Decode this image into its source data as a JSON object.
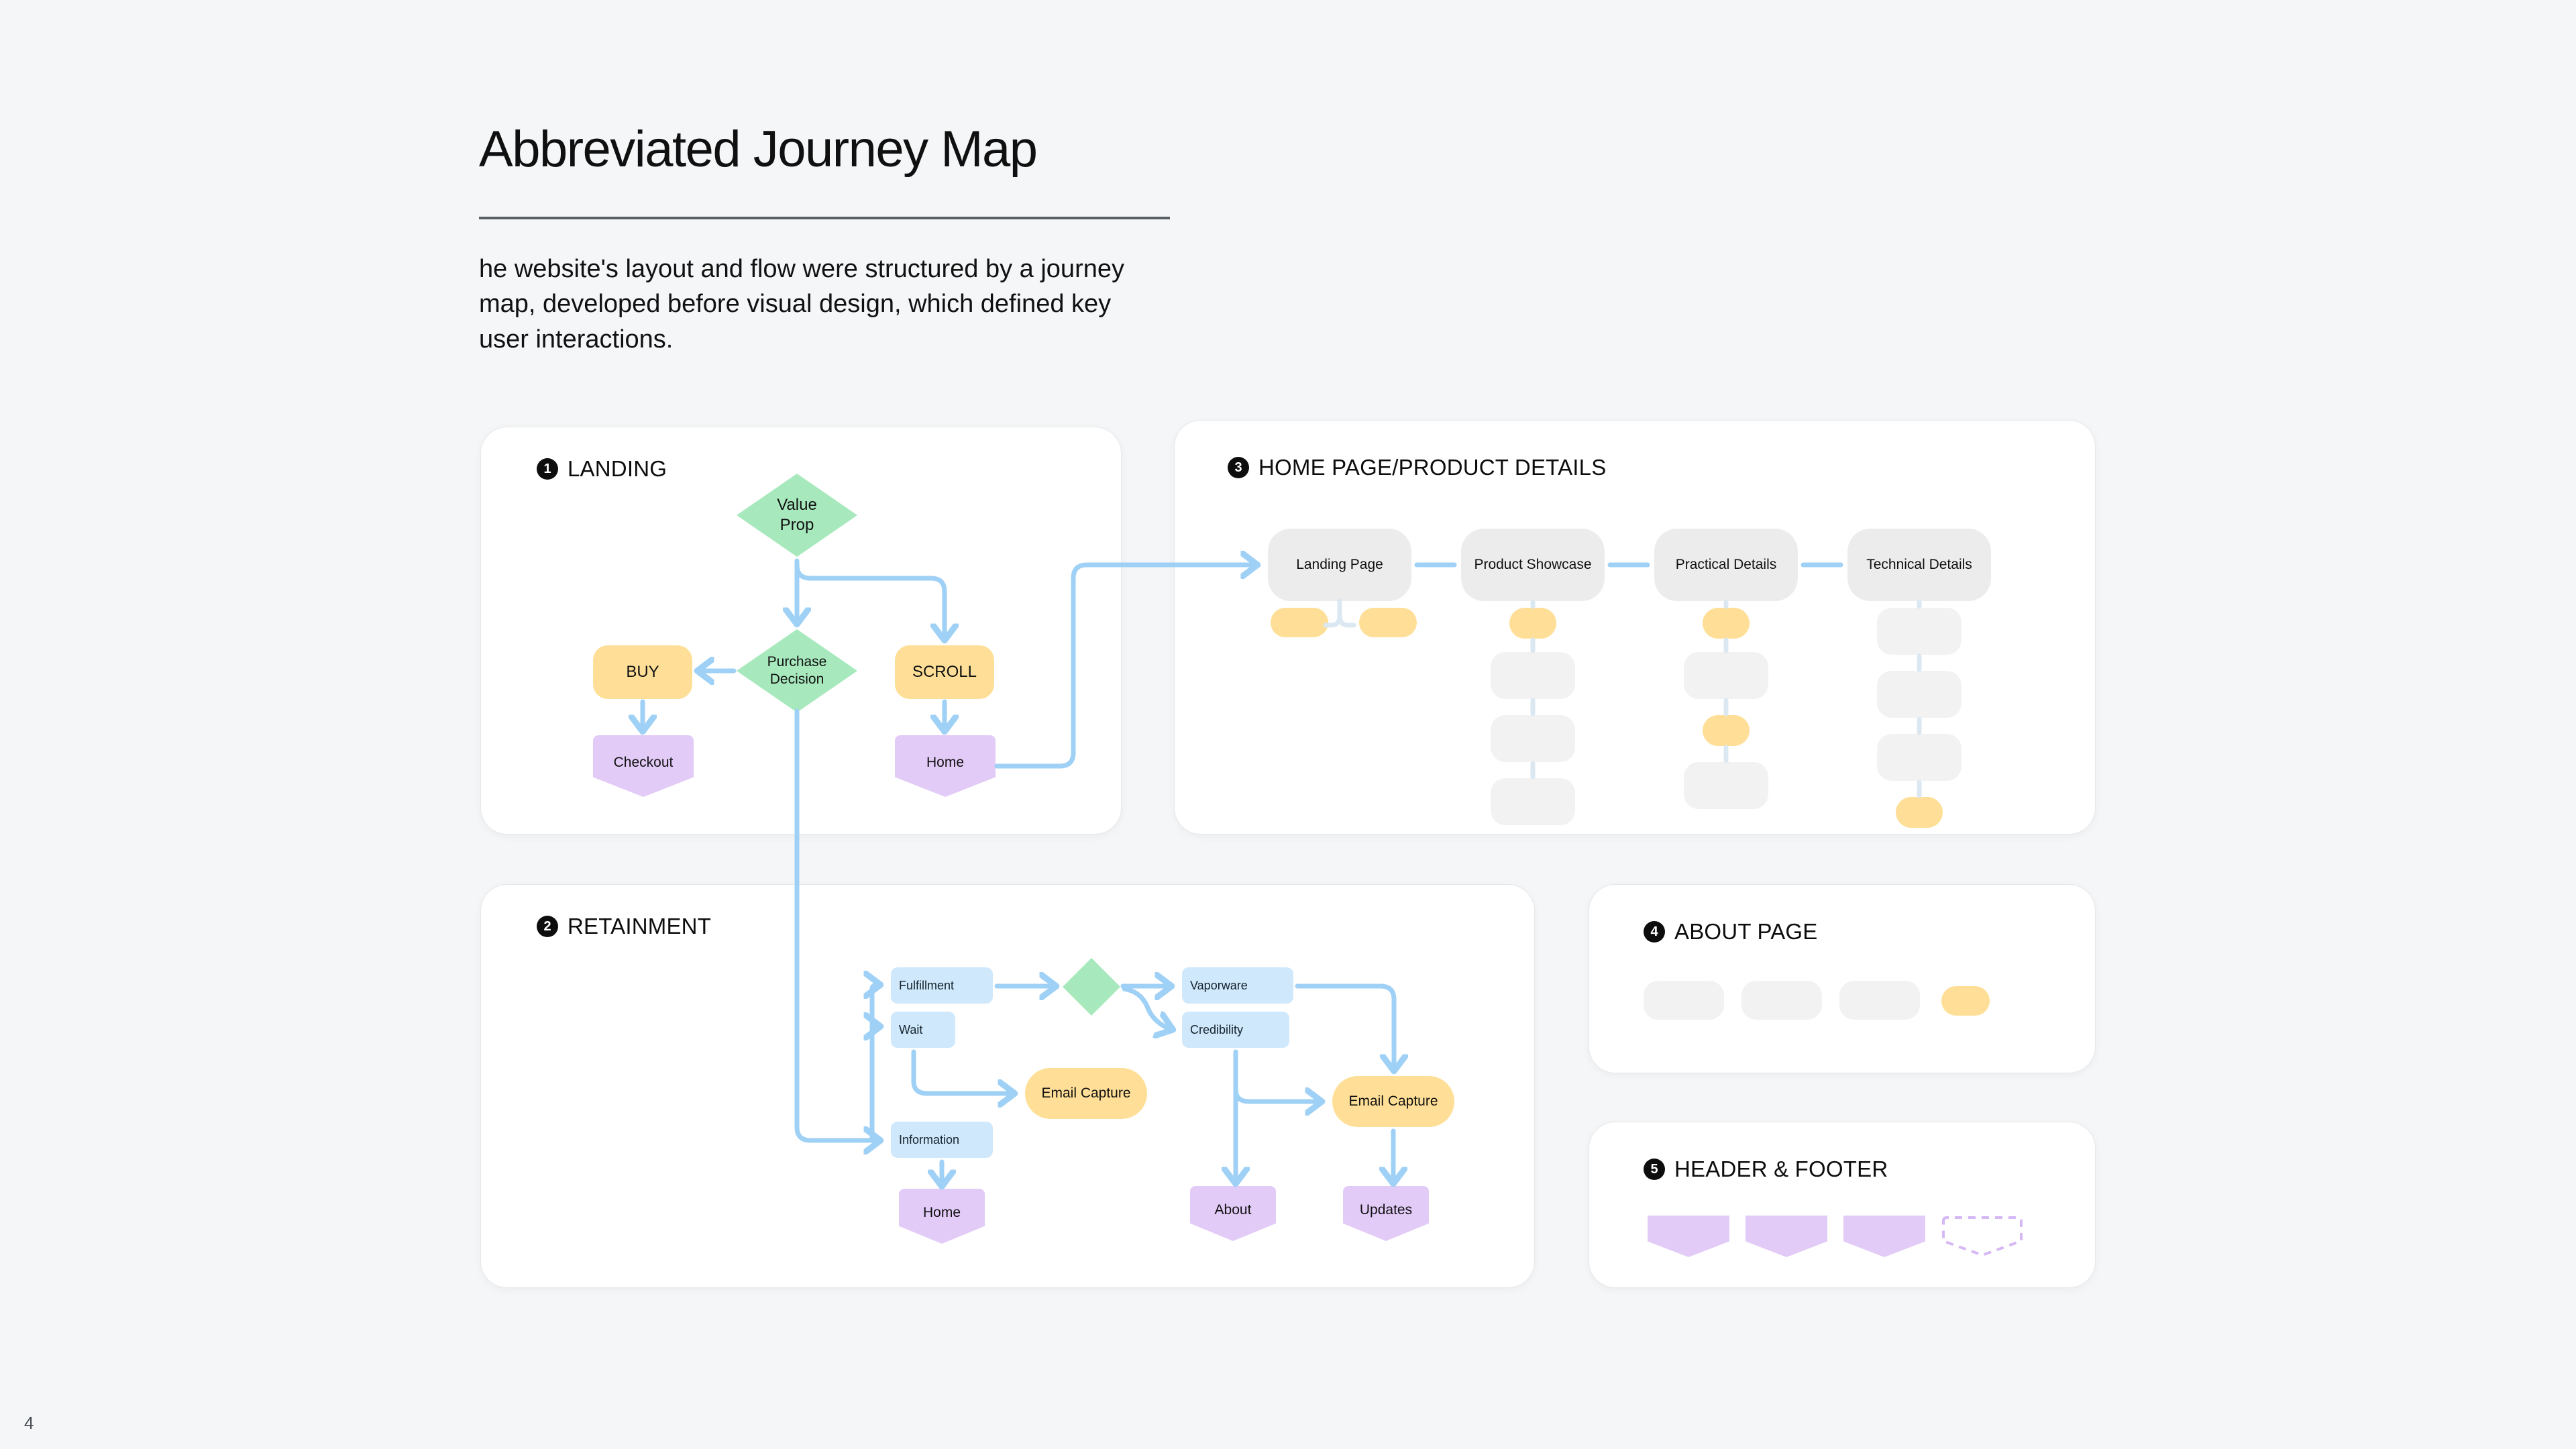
{
  "header": {
    "title": "Abbreviated Journey Map",
    "intro": "he website's layout and flow were structured by a journey map, developed before visual design, which defined key user interactions."
  },
  "page_number": "4",
  "colors": {
    "background": "#f4f6f8",
    "panel": "#ffffff",
    "green": "#a7e9bd",
    "yellow": "#ffdf97",
    "purple": "#e3cbf8",
    "blue": "#cfe8fb",
    "gray": "#ececec",
    "gray_light": "#f2f2f2",
    "arrow": "#9fd0f5",
    "badge": "#0d0d0d"
  },
  "panels": [
    {
      "number": "1",
      "title": "LANDING"
    },
    {
      "number": "3",
      "title": "HOME PAGE/PRODUCT DETAILS"
    },
    {
      "number": "2",
      "title": "RETAINMENT"
    },
    {
      "number": "4",
      "title": "ABOUT PAGE"
    },
    {
      "number": "5",
      "title": "HEADER & FOOTER"
    }
  ],
  "landing": {
    "nodes": [
      {
        "id": "value-prop",
        "label": "Value\nProp",
        "shape": "diamond",
        "color": "green"
      },
      {
        "id": "purchase-decision",
        "label": "Purchase\nDecision",
        "shape": "diamond",
        "color": "green"
      },
      {
        "id": "buy",
        "label": "BUY",
        "shape": "rounded",
        "color": "yellow"
      },
      {
        "id": "scroll",
        "label": "SCROLL",
        "shape": "rounded",
        "color": "yellow"
      },
      {
        "id": "checkout",
        "label": "Checkout",
        "shape": "banner",
        "color": "purple"
      },
      {
        "id": "home",
        "label": "Home",
        "shape": "banner",
        "color": "purple"
      }
    ]
  },
  "home_page": {
    "columns": [
      {
        "label": "Landing Page",
        "chain": [
          {
            "color": "yellow",
            "size": "pill-split-left"
          },
          {
            "color": "yellow",
            "size": "pill-split-right"
          }
        ]
      },
      {
        "label": "Product Showcase",
        "chain": [
          {
            "color": "yellow",
            "size": "pill"
          },
          {
            "color": "gray",
            "size": "block"
          },
          {
            "color": "gray",
            "size": "block"
          },
          {
            "color": "gray",
            "size": "block"
          }
        ]
      },
      {
        "label": "Practical Details",
        "chain": [
          {
            "color": "yellow",
            "size": "pill"
          },
          {
            "color": "gray",
            "size": "block"
          },
          {
            "color": "yellow",
            "size": "pill"
          },
          {
            "color": "gray",
            "size": "block"
          }
        ]
      },
      {
        "label": "Technical Details",
        "chain": [
          {
            "color": "gray",
            "size": "block"
          },
          {
            "color": "gray",
            "size": "block"
          },
          {
            "color": "gray",
            "size": "block"
          },
          {
            "color": "yellow",
            "size": "pill"
          }
        ]
      }
    ]
  },
  "retainment": {
    "nodes": [
      {
        "id": "fulfillment",
        "label": "Fulfillment",
        "shape": "rect",
        "color": "blue"
      },
      {
        "id": "wait",
        "label": "Wait",
        "shape": "rect",
        "color": "blue"
      },
      {
        "id": "information",
        "label": "Information",
        "shape": "rect",
        "color": "blue"
      },
      {
        "id": "decision",
        "label": "",
        "shape": "diamond",
        "color": "green"
      },
      {
        "id": "vaporware",
        "label": "Vaporware",
        "shape": "rect",
        "color": "blue"
      },
      {
        "id": "credibility",
        "label": "Credibility",
        "shape": "rect",
        "color": "blue"
      },
      {
        "id": "email-capture-1",
        "label": "Email Capture",
        "shape": "pill",
        "color": "yellow"
      },
      {
        "id": "email-capture-2",
        "label": "Email Capture",
        "shape": "pill",
        "color": "yellow"
      },
      {
        "id": "home",
        "label": "Home",
        "shape": "banner",
        "color": "purple"
      },
      {
        "id": "about",
        "label": "About",
        "shape": "banner",
        "color": "purple"
      },
      {
        "id": "updates",
        "label": "Updates",
        "shape": "banner",
        "color": "purple"
      }
    ]
  },
  "about_page": {
    "blocks": [
      {
        "color": "gray"
      },
      {
        "color": "gray"
      },
      {
        "color": "gray"
      },
      {
        "color": "yellow"
      }
    ]
  },
  "header_footer": {
    "blocks": [
      {
        "color": "purple",
        "style": "solid"
      },
      {
        "color": "purple",
        "style": "solid"
      },
      {
        "color": "purple",
        "style": "solid"
      },
      {
        "color": "purple",
        "style": "dashed"
      }
    ]
  }
}
